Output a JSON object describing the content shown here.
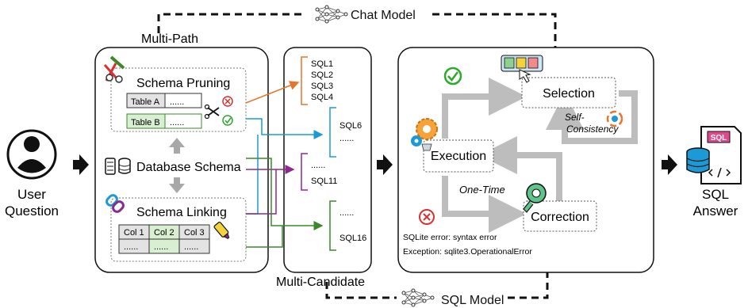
{
  "chat_model": "Chat Model",
  "sql_model": "SQL Model",
  "user_label": [
    "User",
    "Question"
  ],
  "answer_label": [
    "SQL",
    "Answer"
  ],
  "answer_icon_text": "SQL",
  "multi_path": {
    "title": "Multi-Path",
    "pruning": "Schema Pruning",
    "table_a": "Table A",
    "table_b": "Table B",
    "dots": "......",
    "database_schema": "Database Schema",
    "linking": "Schema Linking",
    "cols": [
      "Col 1",
      "Col 2",
      "Col 3"
    ]
  },
  "multi_candidate": {
    "title": "Multi-Candidate",
    "group1": [
      "SQL1",
      "SQL2",
      "SQL3",
      "SQL4"
    ],
    "group2": [
      "SQL6",
      "......"
    ],
    "group3": [
      "......",
      "SQL11"
    ],
    "group4": [
      "......",
      "SQL16"
    ]
  },
  "refine": {
    "selection": "Selection",
    "self_consistency": [
      "Self-",
      "Consistency"
    ],
    "execution": "Execution",
    "one_time": "One-Time",
    "correction": "Correction",
    "error1": "SQLite error: syntax error",
    "error2": "Exception: sqlite3.OperationalError"
  },
  "colors": {
    "orange": "#E8732A",
    "blue": "#1C9AD6",
    "purple": "#8B2A8E",
    "green": "#3A8A2A",
    "check_green": "#2BAA2B",
    "error_red": "#D93030",
    "gray_arrow": "#BDBDBD"
  }
}
